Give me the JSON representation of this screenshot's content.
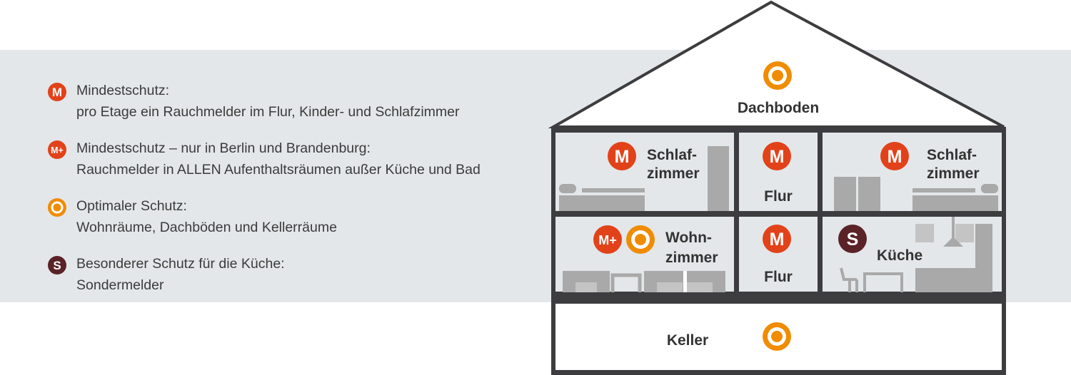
{
  "legend": {
    "items": [
      {
        "icon": "m-icon",
        "color": "#e2421a",
        "letter": "M",
        "line1": "Mindestschutz:",
        "line2": "pro Etage ein Rauchmelder im Flur, Kinder- und Schlafzimmer"
      },
      {
        "icon": "m-plus-icon",
        "color": "#e2421a",
        "letter": "M+",
        "line1": "Mindestschutz – nur in Berlin und Brandenburg:",
        "line2": "Rauchmelder in ALLEN Aufenthaltsräumen außer Küche und Bad"
      },
      {
        "icon": "optimal-ring-icon",
        "color": "#f08c00",
        "letter": "",
        "line1": "Optimaler Schutz:",
        "line2": "Wohnräume, Dachböden und Kellerräume"
      },
      {
        "icon": "s-icon",
        "color": "#5a2328",
        "letter": "S",
        "line1": "Besonderer Schutz für die Küche:",
        "line2": "Sondermelder"
      }
    ]
  },
  "house": {
    "attic": "Dachboden",
    "bedroom_left_1": "Schlaf-",
    "bedroom_left_2": "zimmer",
    "hall_upper": "Flur",
    "bedroom_right_1": "Schlaf-",
    "bedroom_right_2": "zimmer",
    "living_1": "Wohn-",
    "living_2": "zimmer",
    "hall_lower": "Flur",
    "kitchen": "Küche",
    "cellar": "Keller"
  },
  "colors": {
    "wall": "#3d3d3f",
    "furniture": "#a9a9a9",
    "band": "#e3e7e9",
    "minimum": "#e2421a",
    "optimal": "#f08c00",
    "kitchen_special": "#5a2328"
  }
}
